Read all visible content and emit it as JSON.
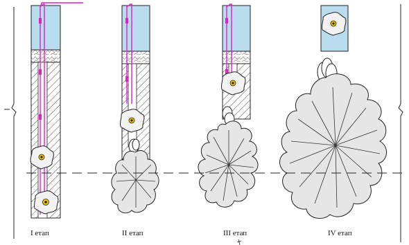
{
  "stages": [
    {
      "label": "I етап"
    },
    {
      "label": "II етап"
    },
    {
      "label": "III етап"
    },
    {
      "label": "IV етап"
    }
  ],
  "colors": {
    "water": "#b9dcee",
    "cable": "#e020c8",
    "charge_core": "#f2c200",
    "cavity_fill": "#e6e6e6",
    "outline": "#222222",
    "hatch": "#333333",
    "axis_dash": "#222222"
  }
}
